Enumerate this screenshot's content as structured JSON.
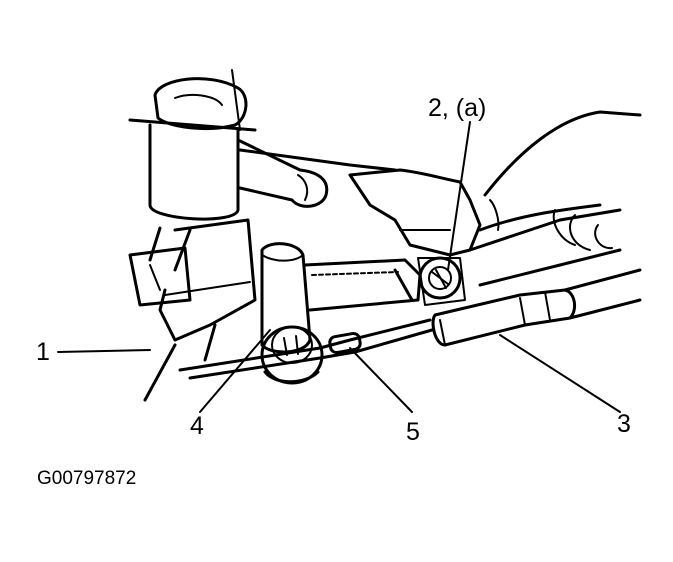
{
  "callouts": {
    "c1": "1",
    "c2": "2, (a)",
    "c3": "3",
    "c4": "4",
    "c5": "5"
  },
  "figure_id": "G00797872"
}
